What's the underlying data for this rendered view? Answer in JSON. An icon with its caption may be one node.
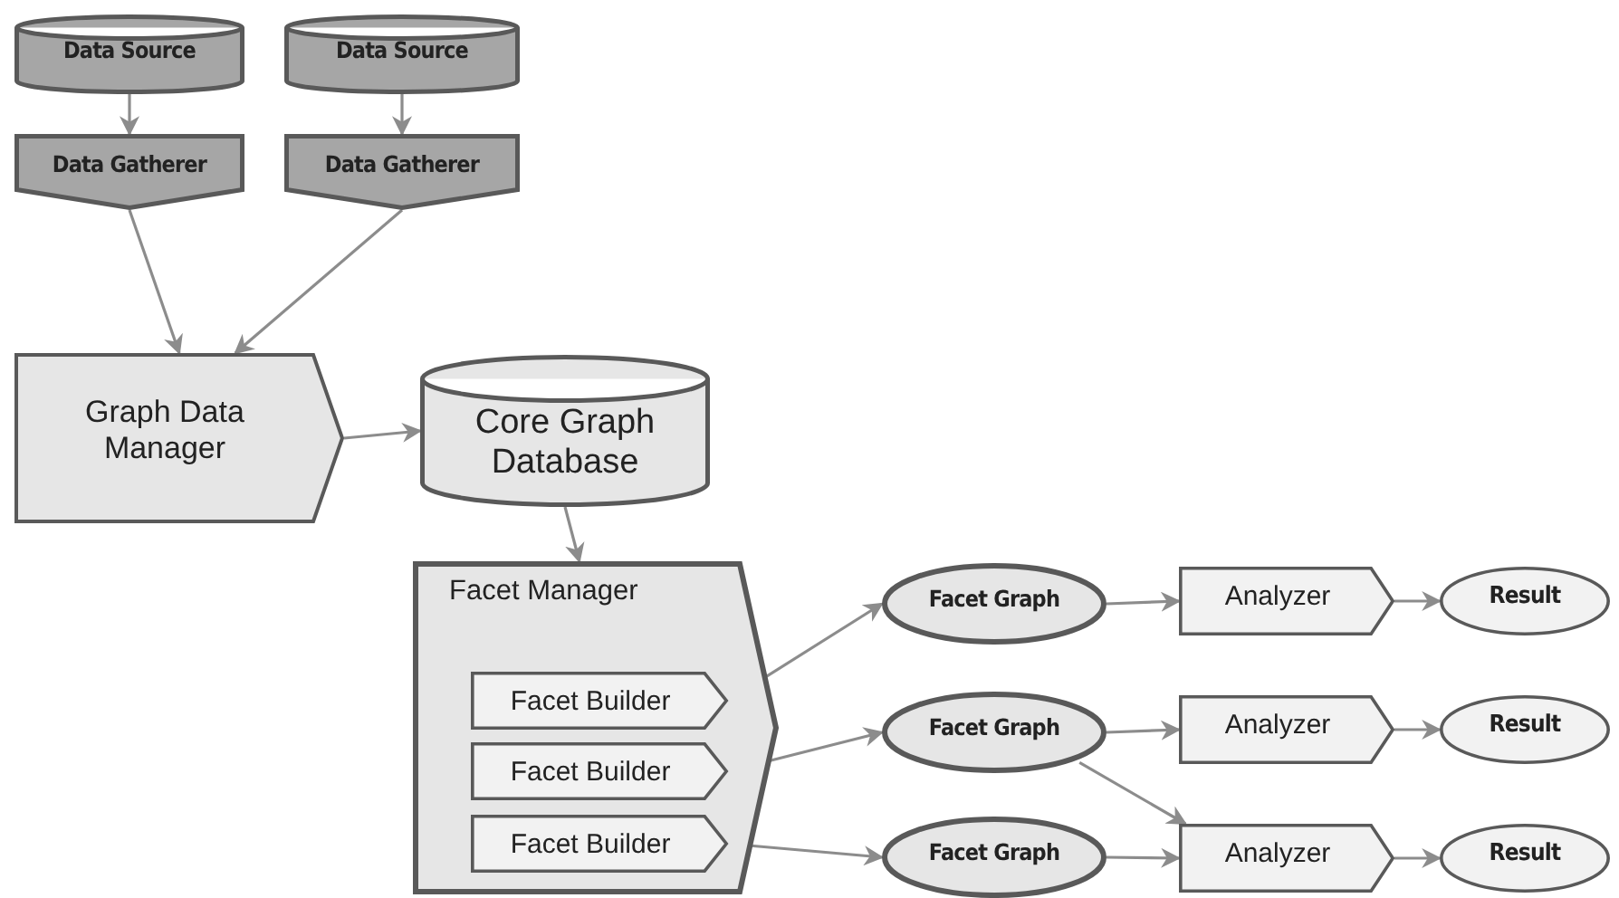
{
  "diagram": {
    "nodes": [
      {
        "text": [
          "Data Source"
        ]
      },
      {
        "text": [
          "Data Source"
        ]
      },
      {
        "text": [
          "Data Gatherer"
        ]
      },
      {
        "text": [
          "Data Gatherer"
        ]
      },
      {
        "text": [
          "Graph Data Manager"
        ]
      },
      {
        "text": [
          "Core Graph Database"
        ]
      },
      {
        "text": [
          "Facet Manager"
        ]
      },
      {
        "text": [
          "Facet Builder"
        ],
        "in": 6
      },
      {
        "text": [
          "Facet Builder"
        ],
        "in": 6
      },
      {
        "text": [
          "Facet Builder"
        ],
        "in": 6
      },
      {
        "text": [
          "Facet Graph"
        ]
      },
      {
        "text": [
          "Facet Graph"
        ]
      },
      {
        "text": [
          "Facet Graph"
        ]
      },
      {
        "text": [
          "Analyzer"
        ]
      },
      {
        "text": [
          "Result"
        ]
      },
      {
        "text": [
          "Analyzer"
        ]
      },
      {
        "text": [
          "Result"
        ]
      },
      {
        "text": [
          "Analyzer"
        ]
      },
      {
        "text": [
          "Result"
        ]
      }
    ],
    "edges": [
      {
        "from": 0,
        "to": 2,
        "arrow": "to"
      },
      {
        "from": 1,
        "to": 3,
        "arrow": "to"
      },
      {
        "from": 2,
        "to": 4,
        "arrow": "to"
      },
      {
        "from": 3,
        "to": 4,
        "arrow": "to"
      },
      {
        "from": 4,
        "to": 5,
        "arrow": "to"
      },
      {
        "from": 5,
        "to": 6,
        "arrow": "to"
      },
      {
        "from": 7,
        "to": 10,
        "arrow": "to"
      },
      {
        "from": 8,
        "to": 11,
        "arrow": "to"
      },
      {
        "from": 9,
        "to": 12,
        "arrow": "to"
      },
      {
        "from": 10,
        "to": 13,
        "arrow": "to"
      },
      {
        "from": 13,
        "to": 14,
        "arrow": "to"
      },
      {
        "from": 11,
        "to": 15,
        "arrow": "to"
      },
      {
        "from": 15,
        "to": 16,
        "arrow": "to"
      },
      {
        "from": 11,
        "to": 17,
        "arrow": "to"
      },
      {
        "from": 12,
        "to": 17,
        "arrow": "to"
      },
      {
        "from": 17,
        "to": 18,
        "arrow": "to"
      }
    ]
  }
}
